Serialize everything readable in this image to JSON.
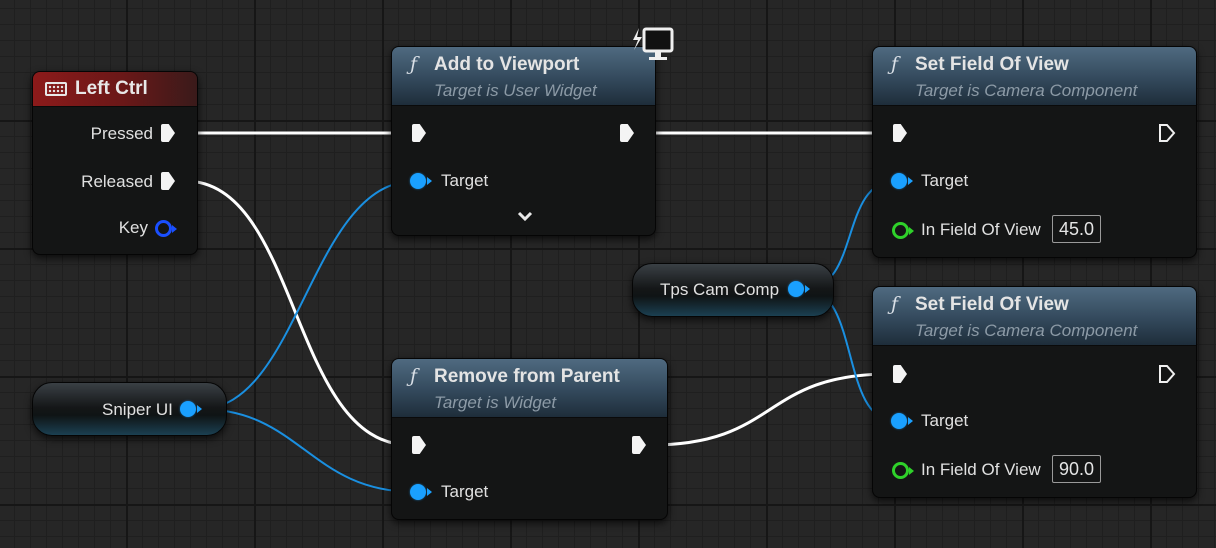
{
  "colors": {
    "exec_wire": "#ffffff",
    "object_pin": "#1aa0ff",
    "float_pin": "#2fd12a",
    "key_pin": "#1a4fff",
    "event_header": "#8c1a1a",
    "function_header": "#3e586d",
    "canvas": "#262626"
  },
  "nodes": {
    "left_ctrl": {
      "title": "Left Ctrl",
      "icon": "keyboard-icon",
      "pins": {
        "pressed": "Pressed",
        "released": "Released",
        "key": "Key"
      }
    },
    "add_to_viewport": {
      "function_glyph": "ƒ",
      "title": "Add to Viewport",
      "subtitle": "Target is User Widget",
      "icon": "monitor-icon",
      "pins": {
        "target": "Target"
      },
      "expand_icon": "chevron-down-icon"
    },
    "remove_from_parent": {
      "function_glyph": "ƒ",
      "title": "Remove from Parent",
      "subtitle": "Target is Widget",
      "pins": {
        "target": "Target"
      }
    },
    "set_fov_1": {
      "function_glyph": "ƒ",
      "title": "Set Field Of View",
      "subtitle": "Target is Camera Component",
      "pins": {
        "target": "Target",
        "fov": "In Field Of View"
      },
      "fov_value": "45.0"
    },
    "set_fov_2": {
      "function_glyph": "ƒ",
      "title": "Set Field Of View",
      "subtitle": "Target is Camera Component",
      "pins": {
        "target": "Target",
        "fov": "In Field Of View"
      },
      "fov_value": "90.0"
    },
    "tps_cam_comp": {
      "label": "Tps Cam Comp"
    },
    "sniper_ui": {
      "label": "Sniper UI"
    }
  }
}
